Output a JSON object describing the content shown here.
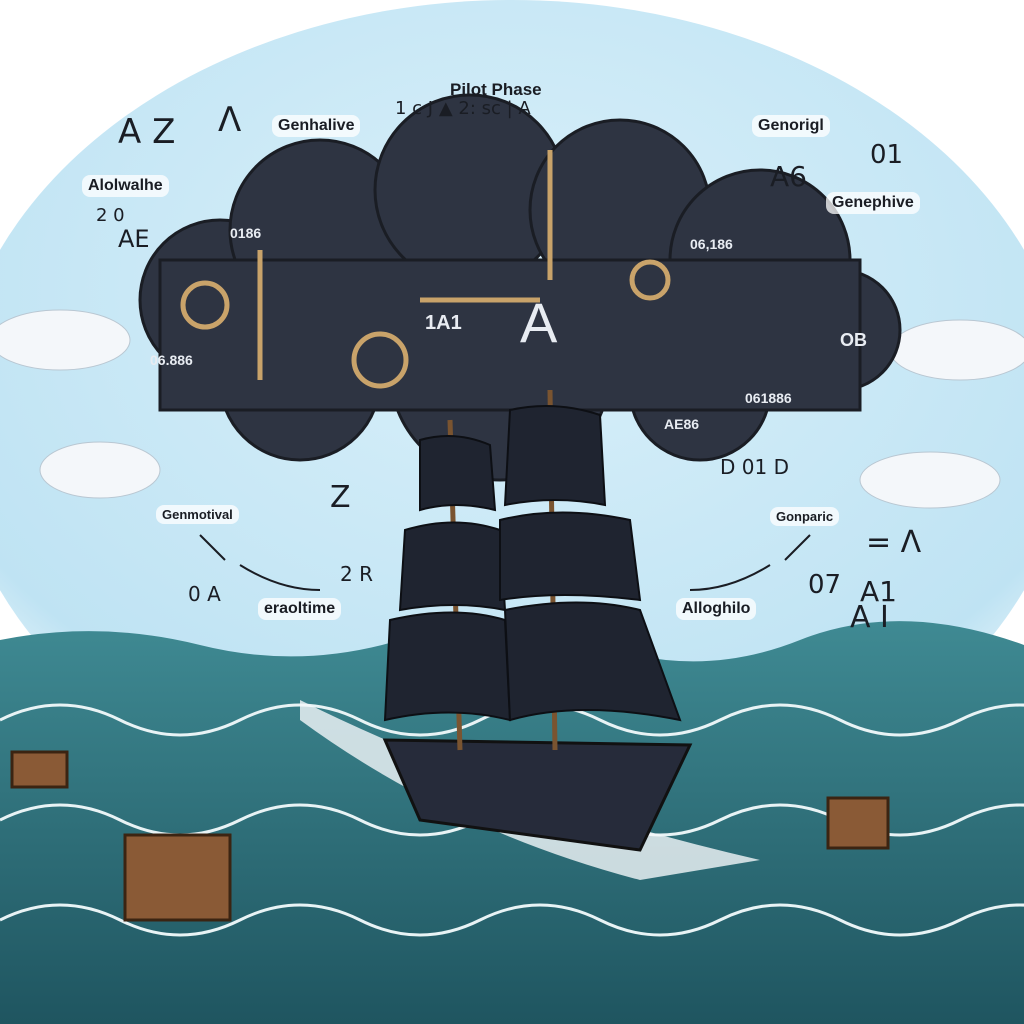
{
  "title": "Pilot Phase",
  "labels": [
    "Genhalive",
    "Alolwalhe",
    "Genorigl",
    "Genephive",
    "Genmotival",
    "Gonparic",
    "eraoltime",
    "Alloghilo"
  ],
  "cloud_numbers": [
    "0186",
    "06,186",
    "06.886",
    "061886",
    "AE86",
    "OB",
    "1A1",
    "A"
  ],
  "glyphs": [
    "A Z",
    "Λ",
    "A6",
    "AE",
    "2 0",
    "01",
    "Z",
    "2 R",
    "0 A",
    "07",
    "A1",
    "A I",
    "= Λ",
    "1 c  J  ▲  2: sc | A",
    "D 01 D"
  ],
  "colors": {
    "sky": "#cfe9f6",
    "cloud": "#2e3442",
    "sea": "#2f6e79",
    "sails": "#1f2430",
    "chest": "#8a5a36"
  }
}
